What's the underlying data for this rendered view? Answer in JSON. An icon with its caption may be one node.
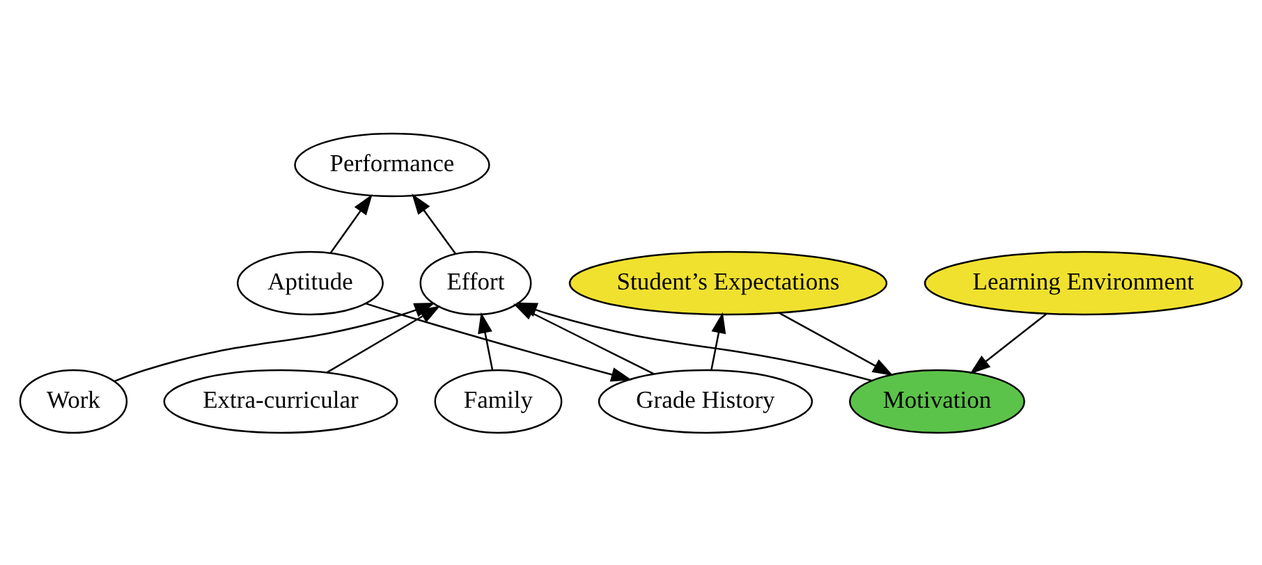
{
  "diagram": {
    "nodes": [
      {
        "text": [
          "Performance"
        ]
      },
      {
        "text": [
          "Aptitude"
        ]
      },
      {
        "text": [
          "Effort"
        ]
      },
      {
        "text": [
          "Grade History"
        ]
      },
      {
        "text": [
          "Motivation"
        ]
      },
      {
        "text": [
          "Work"
        ]
      },
      {
        "text": [
          "Extra-curricular"
        ]
      },
      {
        "text": [
          "Family"
        ]
      },
      {
        "text": [
          "Student’s Expectations"
        ]
      },
      {
        "text": [
          "Learning Environment"
        ]
      }
    ],
    "edges": [
      {
        "from": 1,
        "to": 0,
        "arrow": "to"
      },
      {
        "from": 2,
        "to": 0,
        "arrow": "to"
      },
      {
        "from": 1,
        "to": 3,
        "arrow": "to"
      },
      {
        "from": 3,
        "to": 2,
        "arrow": "to"
      },
      {
        "from": 4,
        "to": 2,
        "arrow": "to"
      },
      {
        "from": 5,
        "to": 2,
        "arrow": "to"
      },
      {
        "from": 6,
        "to": 2,
        "arrow": "to"
      },
      {
        "from": 7,
        "to": 2,
        "arrow": "to"
      },
      {
        "from": 3,
        "to": 8,
        "arrow": "to"
      },
      {
        "from": 8,
        "to": 4,
        "arrow": "to"
      },
      {
        "from": 9,
        "to": 4,
        "arrow": "to"
      }
    ]
  }
}
